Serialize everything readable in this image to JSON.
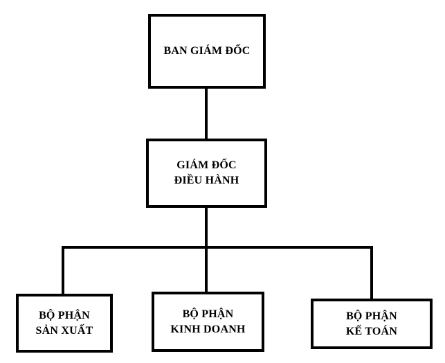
{
  "org_chart": {
    "board": {
      "line1": "BAN GIÁM ĐỐC"
    },
    "director": {
      "line1": "GIÁM ĐỐC",
      "line2": "ĐIỀU HÀNH"
    },
    "departments": [
      {
        "line1": "BỘ PHẬN",
        "line2": "SẢN XUẤT"
      },
      {
        "line1": "BỘ PHẬN",
        "line2": "KINH DOANH"
      },
      {
        "line1": "BỘ PHẬN",
        "line2": "KẾ TOÁN"
      }
    ]
  },
  "colors": {
    "line": "#000000",
    "box_border": "#000000",
    "background": "#ffffff"
  }
}
